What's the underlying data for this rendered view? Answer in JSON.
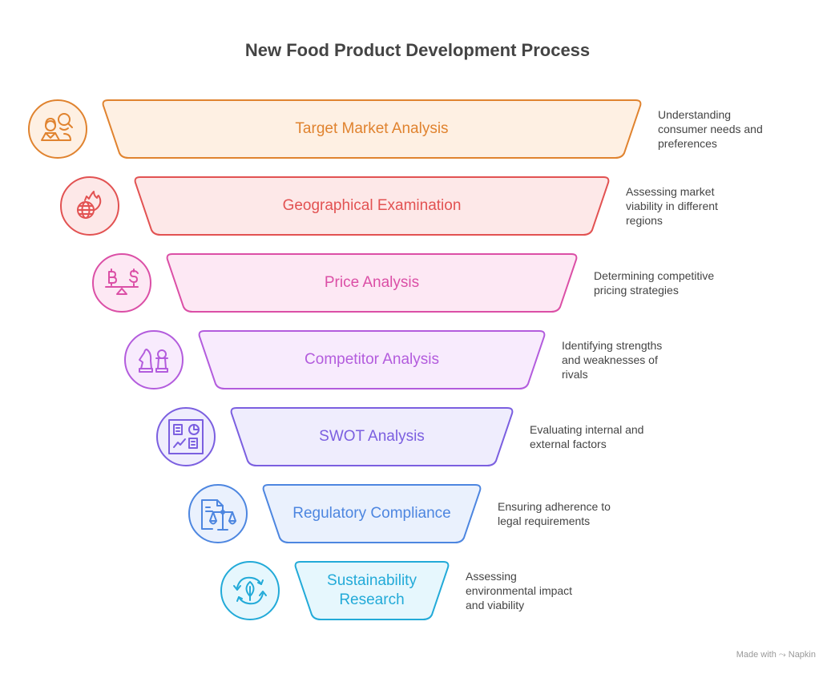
{
  "title": "New Food Product Development Process",
  "footer": "Made with ⤳ Napkin",
  "stages": [
    {
      "label": "Target Market Analysis",
      "description": [
        "Understanding",
        "consumer needs and",
        "preferences"
      ],
      "icon": "people-search-icon",
      "stroke": "#E0832F",
      "fill": "#FEF0E3"
    },
    {
      "label": "Geographical Examination",
      "description": [
        "Assessing market",
        "viability in different",
        "regions"
      ],
      "icon": "globe-fire-icon",
      "stroke": "#E25252",
      "fill": "#FDE8E8"
    },
    {
      "label": "Price Analysis",
      "description": [
        "Determining competitive",
        "pricing strategies"
      ],
      "icon": "currency-balance-icon",
      "stroke": "#DB4FA6",
      "fill": "#FDE8F4"
    },
    {
      "label": "Competitor Analysis",
      "description": [
        "Identifying strengths",
        "and weaknesses of",
        "rivals"
      ],
      "icon": "chess-pieces-icon",
      "stroke": "#B35CDD",
      "fill": "#F8EBFD"
    },
    {
      "label": "SWOT Analysis",
      "description": [
        "Evaluating internal and",
        "external factors"
      ],
      "icon": "dashboard-icon",
      "stroke": "#7B5FE0",
      "fill": "#EFEDFD"
    },
    {
      "label": "Regulatory Compliance",
      "description": [
        "Ensuring adherence to",
        "legal requirements"
      ],
      "icon": "document-scales-icon",
      "stroke": "#4D86E0",
      "fill": "#EAF1FD"
    },
    {
      "label": "Sustainability Research",
      "label_lines": [
        "Sustainability",
        "Research"
      ],
      "description": [
        "Assessing",
        "environmental impact",
        "and viability"
      ],
      "icon": "recycle-leaf-icon",
      "stroke": "#22AAD8",
      "fill": "#E6F7FD"
    }
  ]
}
